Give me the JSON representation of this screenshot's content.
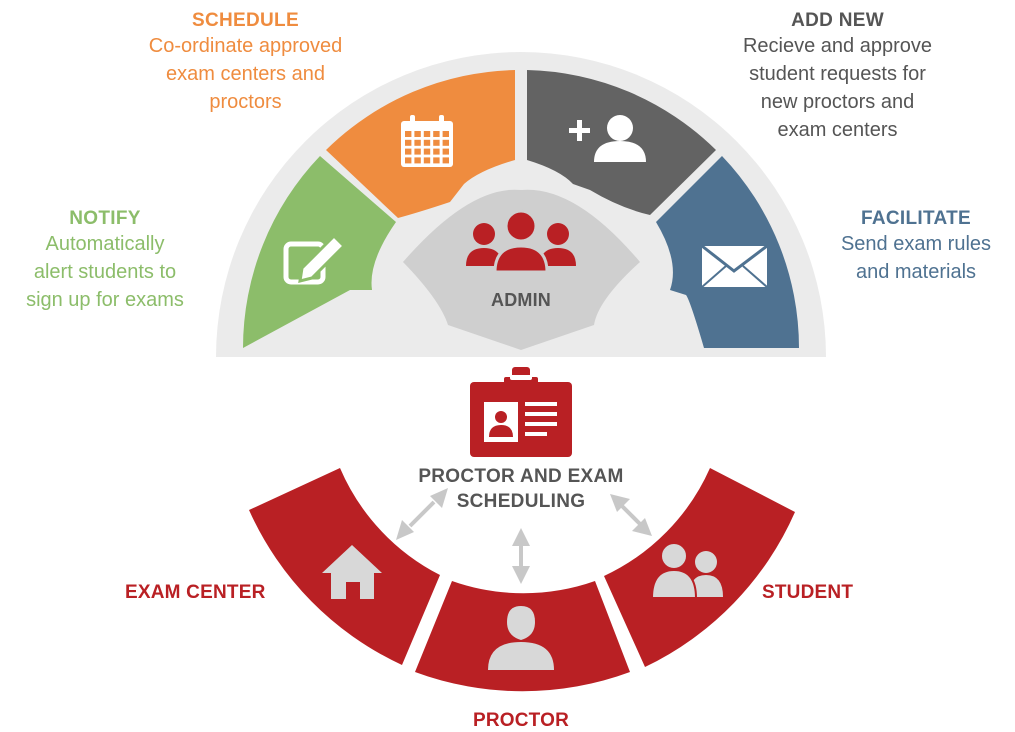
{
  "colors": {
    "notify": "#8cbd6a",
    "schedule": "#ef8c3f",
    "add_new": "#636363",
    "facilitate": "#4f7291",
    "admin_icon": "#b92024",
    "admin_bg": "#cfcfcf",
    "ring_bg": "#ebebeb",
    "red": "#b92024",
    "arrow": "#c8c8c8",
    "icon_light": "#d8d8d8",
    "text_gray": "#555555"
  },
  "admin": {
    "label": "ADMIN",
    "icon": "admin-group-icon",
    "segments": [
      {
        "key": "notify",
        "title": "NOTIFY",
        "desc": [
          "Automatically",
          "alert students to",
          "sign up for exams"
        ],
        "icon": "edit-icon"
      },
      {
        "key": "schedule",
        "title": "SCHEDULE",
        "desc": [
          "Co-ordinate approved",
          "exam centers and",
          "proctors"
        ],
        "icon": "calendar-icon"
      },
      {
        "key": "add_new",
        "title": "ADD NEW",
        "desc": [
          "Recieve and approve",
          "student requests for",
          "new proctors and",
          "exam centers"
        ],
        "icon": "add-user-icon"
      },
      {
        "key": "facilitate",
        "title": "FACILITATE",
        "desc": [
          "Send exam rules",
          "and materials"
        ],
        "icon": "envelope-icon"
      }
    ]
  },
  "center": {
    "title_lines": [
      "PROCTOR AND EXAM",
      "SCHEDULING"
    ],
    "icon": "id-badge-icon"
  },
  "bottom": {
    "segments": [
      {
        "key": "exam_center",
        "label": "EXAM CENTER",
        "icon": "home-icon"
      },
      {
        "key": "proctor",
        "label": "PROCTOR",
        "icon": "person-icon"
      },
      {
        "key": "student",
        "label": "STUDENT",
        "icon": "students-icon"
      }
    ]
  }
}
